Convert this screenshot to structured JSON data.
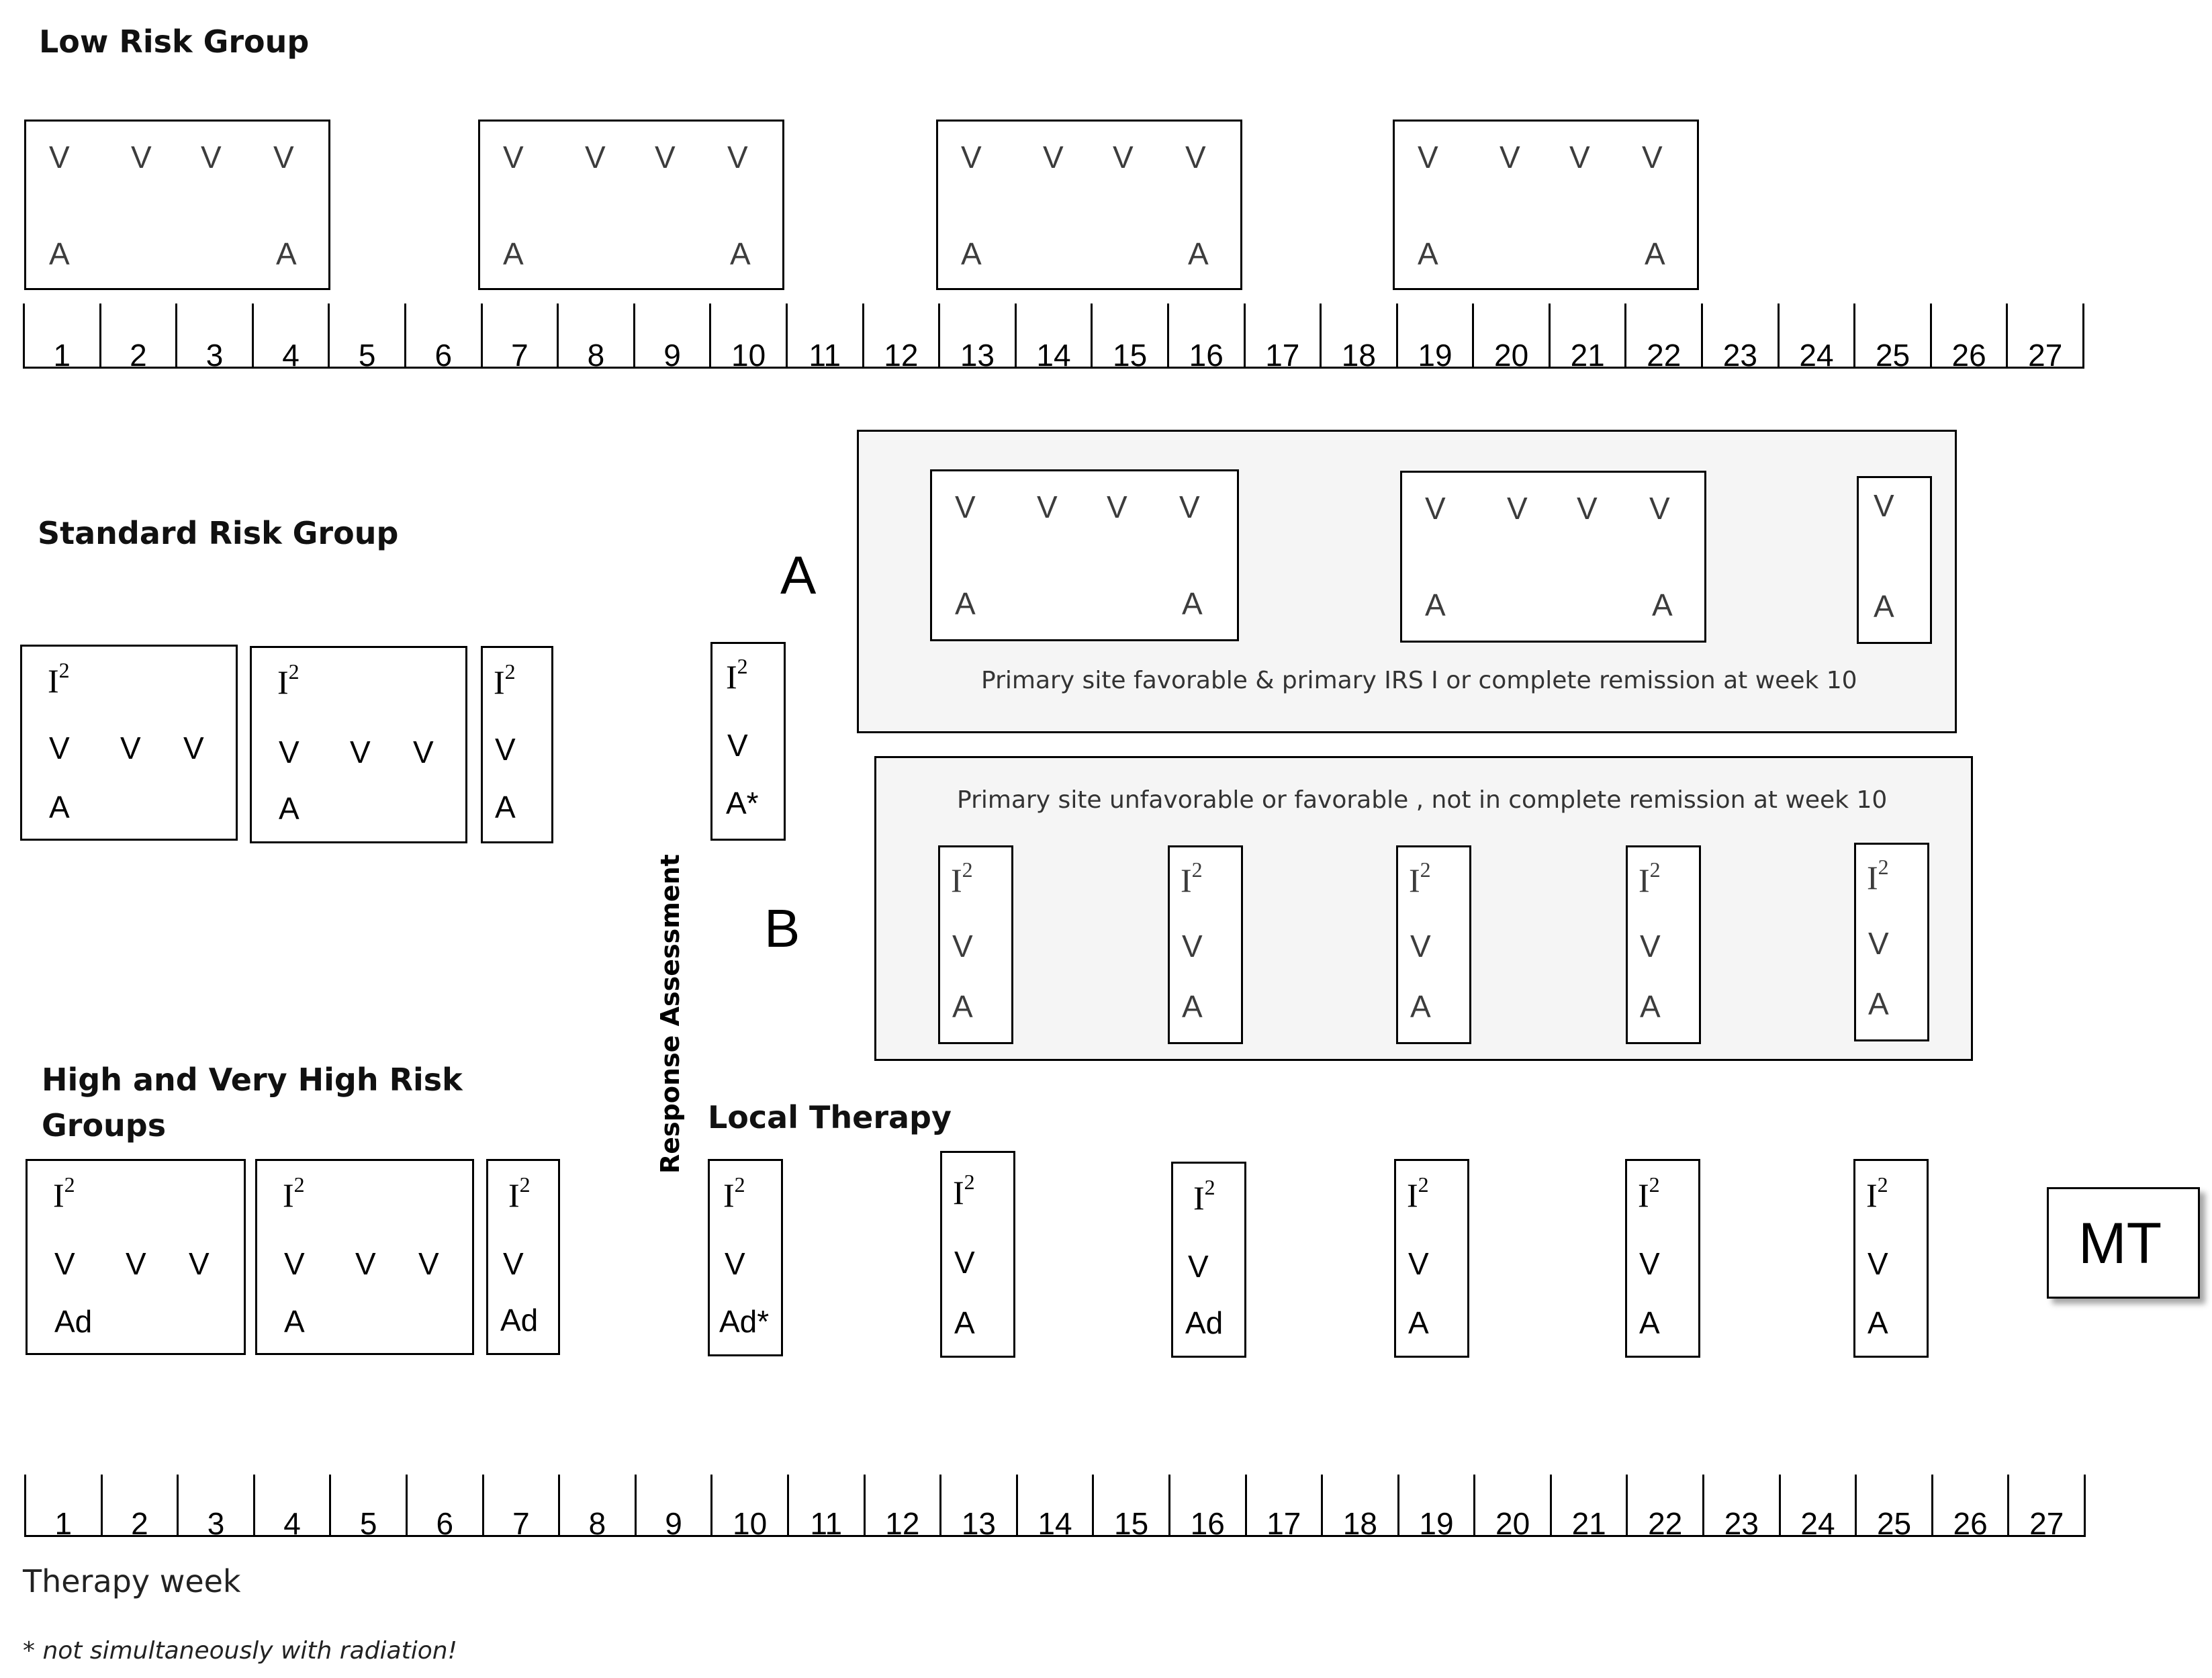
{
  "low_risk": {
    "title": "Low Risk Group",
    "block_v": [
      "V",
      "V",
      "V",
      "V"
    ],
    "block_a": [
      "A",
      "A"
    ]
  },
  "standard_risk": {
    "title": "Standard Risk Group",
    "i_label": "I",
    "i_sup": "2",
    "v": "V",
    "a": "A",
    "a_star": "A*"
  },
  "branch_a": {
    "letter": "A",
    "caption": "Primary site favorable & primary IRS I or complete remission at week 10"
  },
  "branch_b": {
    "letter": "B",
    "caption": "Primary site  unfavorable  or favorable , not  in complete remission at week 10"
  },
  "response_assessment": "Response  Assessment",
  "local_therapy": "Local Therapy",
  "high_risk": {
    "title_line1": "High and Very High Risk",
    "title_line2": "Groups",
    "ad": "Ad",
    "ad_star": "Ad*"
  },
  "mt": "MT",
  "weeks": [
    "1",
    "2",
    "3",
    "4",
    "5",
    "6",
    "7",
    "8",
    "9",
    "10",
    "11",
    "12",
    "13",
    "14",
    "15",
    "16",
    "17",
    "18",
    "19",
    "20",
    "21",
    "22",
    "23",
    "24",
    "25",
    "26",
    "27"
  ],
  "axis_label": "Therapy week",
  "footnote": "* not simultaneously with radiation!"
}
